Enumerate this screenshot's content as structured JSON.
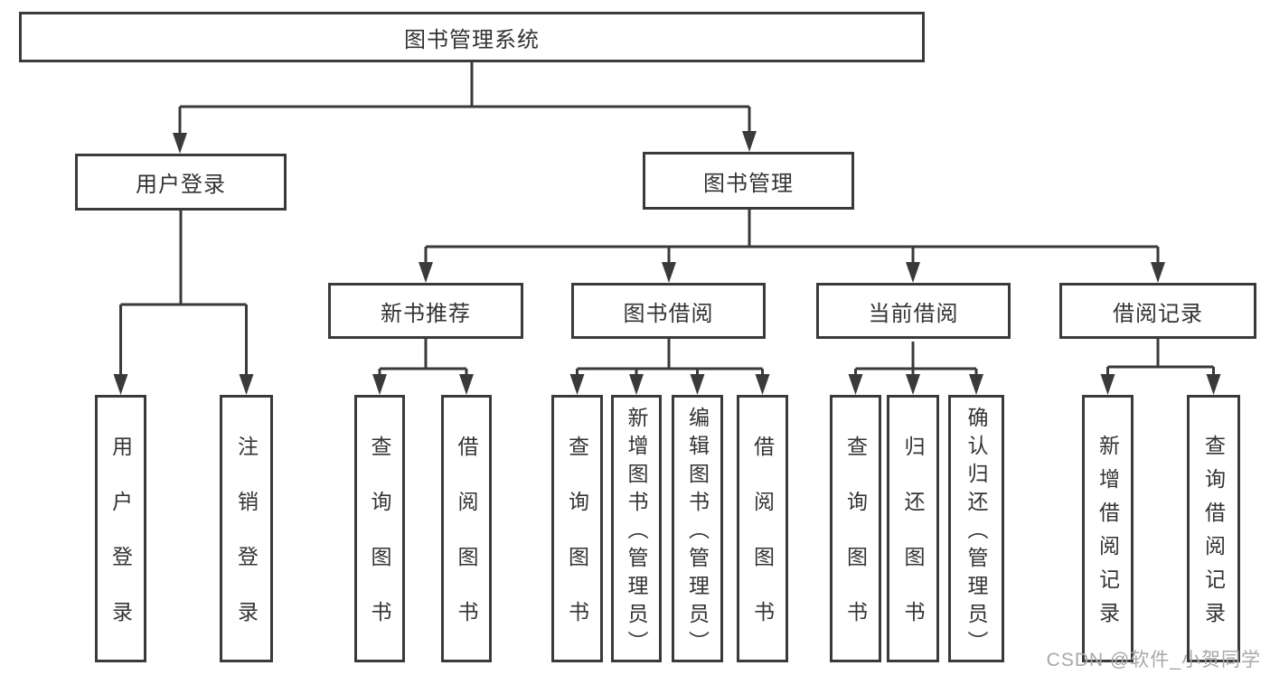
{
  "diagram": {
    "title": "图书管理系统",
    "level2": [
      {
        "label": "用户登录"
      },
      {
        "label": "图书管理"
      }
    ],
    "level3": [
      {
        "label": "新书推荐"
      },
      {
        "label": "图书借阅"
      },
      {
        "label": "当前借阅"
      },
      {
        "label": "借阅记录"
      }
    ],
    "leaves": {
      "user_login": [
        "用户登录",
        "注销登录"
      ],
      "new_books": [
        "查询图书",
        "借阅图书"
      ],
      "borrowing": [
        "查询图书",
        "新增图书（管理员）",
        "编辑图书（管理员）",
        "借阅图书"
      ],
      "current": [
        "查询图书",
        "归还图书",
        "确认归还（管理员）"
      ],
      "records": [
        "新增借阅记录",
        "查询借阅记录"
      ]
    }
  },
  "watermark": "CSDN @软件_小贺同学",
  "colors": {
    "line": "#3a3a3a",
    "text": "#333333",
    "watermark": "#a8a8a8",
    "background": "#ffffff"
  }
}
